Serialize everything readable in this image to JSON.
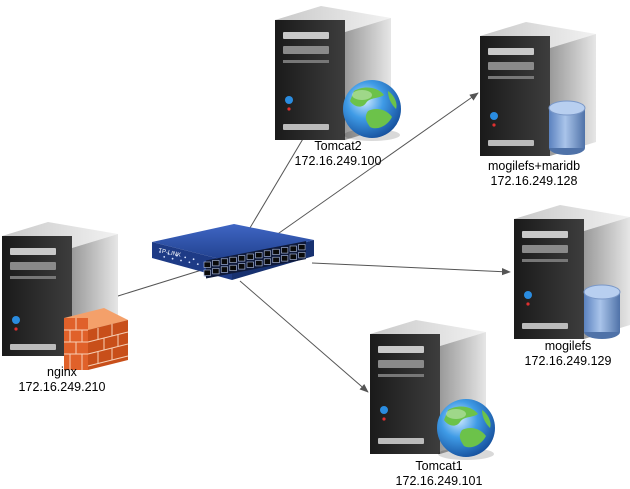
{
  "switch": {
    "brand": "TP-LINK"
  },
  "nodes": [
    {
      "id": "nginx",
      "name": "nginx",
      "ip": "172.16.249.210",
      "badge": "firewall-icon"
    },
    {
      "id": "tomcat2",
      "name": "Tomcat2",
      "ip": "172.16.249.100",
      "badge": "globe-icon"
    },
    {
      "id": "mogilefs-mariadb",
      "name": "mogilefs+maridb",
      "ip": "172.16.249.128",
      "badge": "database-icon"
    },
    {
      "id": "mogilefs",
      "name": "mogilefs",
      "ip": "172.16.249.129",
      "badge": "database-icon"
    },
    {
      "id": "tomcat1",
      "name": "Tomcat1",
      "ip": "172.16.249.101",
      "badge": "globe-icon"
    }
  ],
  "connections": [
    {
      "from": "nginx",
      "to": "switch",
      "arrow": false
    },
    {
      "from": "switch",
      "to": "tomcat2",
      "arrow": false
    },
    {
      "from": "switch",
      "to": "mogilefs-mariadb",
      "arrow": true
    },
    {
      "from": "switch",
      "to": "mogilefs",
      "arrow": true
    },
    {
      "from": "switch",
      "to": "tomcat1",
      "arrow": true
    }
  ],
  "colors": {
    "line": "#555555",
    "switch_body": "#2a4fa8",
    "firewall": "#e0612a",
    "globe_sea": "#2f8fe0",
    "globe_land": "#6cc24a",
    "cylinder": "#7ea3d6"
  }
}
